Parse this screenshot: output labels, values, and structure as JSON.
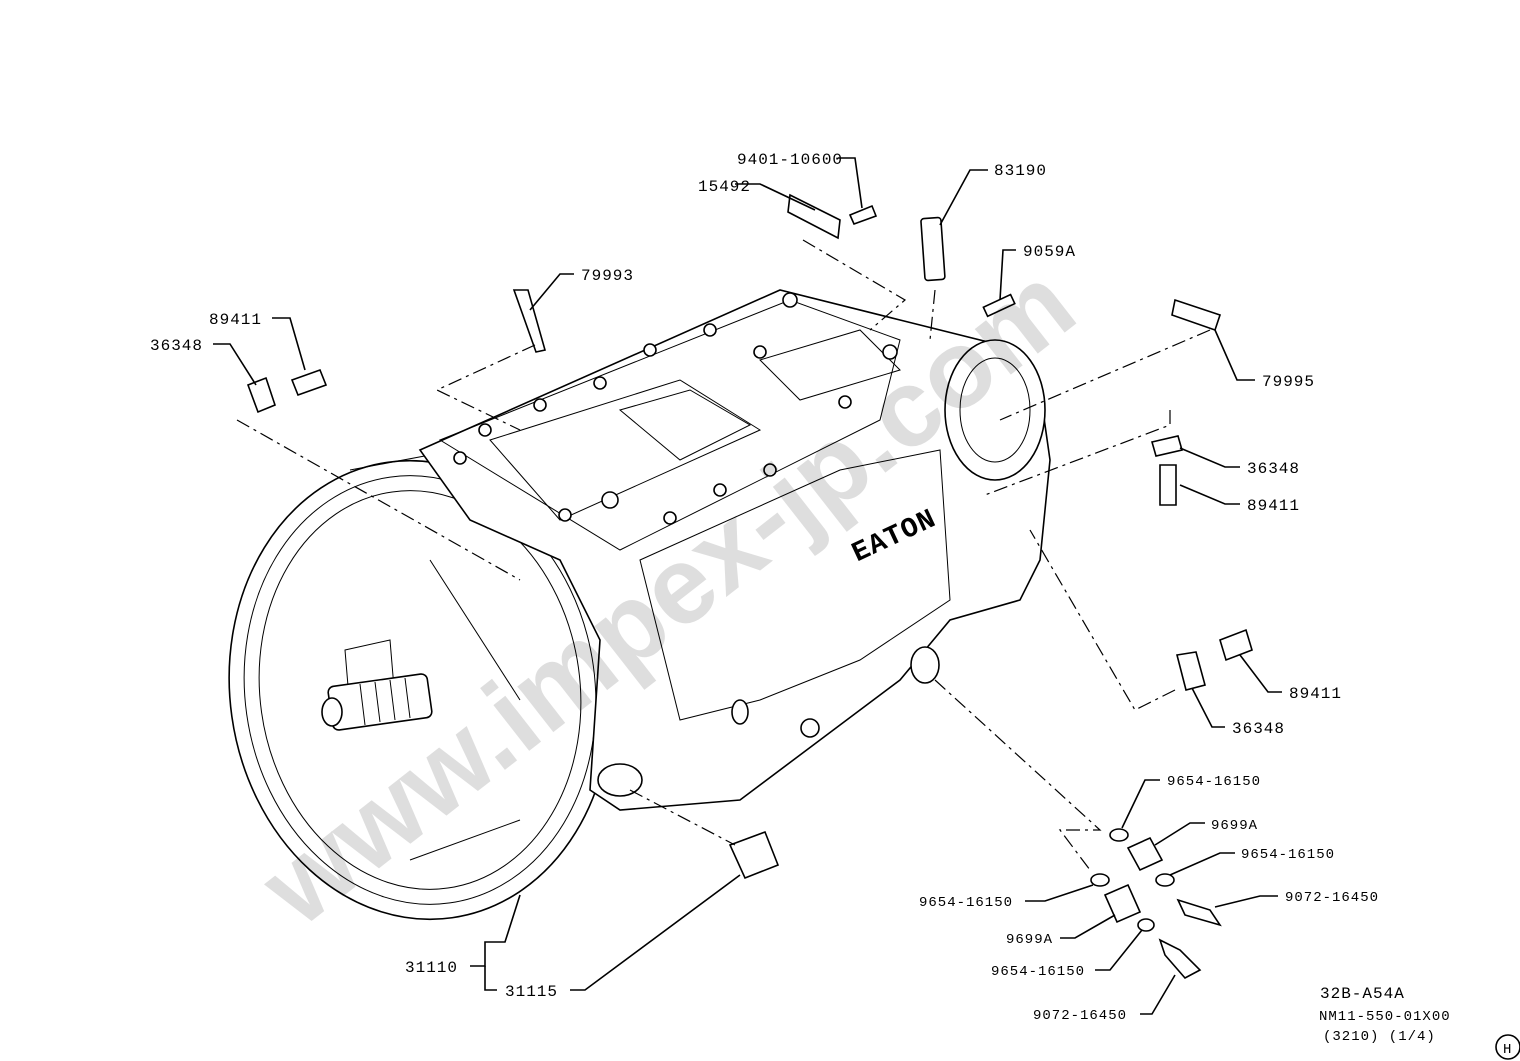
{
  "diagram": {
    "labels": {
      "p9401_10600": "9401-10600",
      "p15492": "15492",
      "p83190": "83190",
      "p9059A": "9059A",
      "p79993": "79993",
      "p89411_a": "89411",
      "p36348_a": "36348",
      "p79995": "79995",
      "p36348_b": "36348",
      "p89411_b": "89411",
      "p89411_c": "89411",
      "p36348_c": "36348",
      "p9654_a": "9654-16150",
      "p9699A_a": "9699A",
      "p9654_b": "9654-16150",
      "p9072_a": "9072-16450",
      "p9654_c": "9654-16150",
      "p9699A_b": "9699A",
      "p9654_d": "9654-16150",
      "p9072_b": "9072-16450",
      "p31110": "31110",
      "p31115": "31115"
    },
    "housing_marking": "EATON",
    "watermark": "www.impex-jp.com",
    "footer": {
      "code": "32B-A54A",
      "part_number": "NM11-550-01X00",
      "page_ref": "(3210) (1/4)",
      "section_badge": "H"
    }
  }
}
